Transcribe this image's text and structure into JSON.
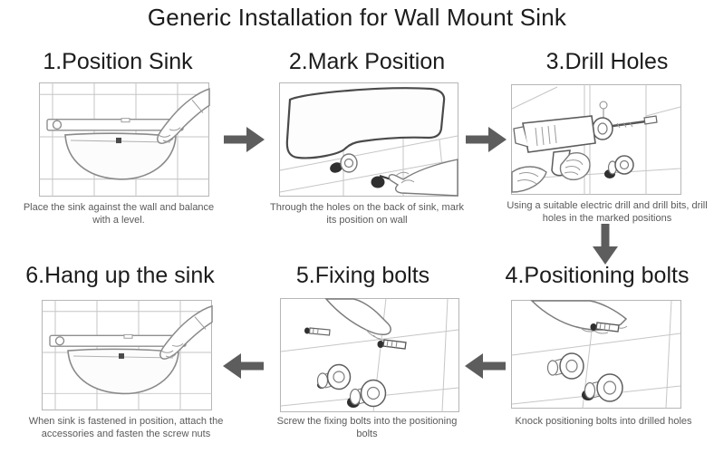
{
  "title": "Generic Installation for Wall Mount Sink",
  "colors": {
    "arrow": "#5d5d5d",
    "heading_text": "#1c1c1c",
    "caption_text": "#5a5a5a",
    "sketch_line": "#8a8a8a",
    "sink_outline": "#4a4a4a",
    "tile_line": "#c6c6c6",
    "dark_mark": "#2f2f2f",
    "background": "#ffffff"
  },
  "steps": [
    {
      "heading": "1.Position Sink",
      "caption": "Place the sink against the wall and balance with a level.",
      "illustration": "sink-held-on-tiled-wall-with-level"
    },
    {
      "heading": "2.Mark Position",
      "caption": "Through the holes on the back of sink, mark its position on wall",
      "illustration": "marking-wall-through-sink-back-holes"
    },
    {
      "heading": "3.Drill Holes",
      "caption": "Using a suitable electric drill and drill bits, drill holes in the marked positions",
      "illustration": "electric-drill-drilling-tiled-wall"
    },
    {
      "heading": "4.Positioning bolts",
      "caption": "Knock positioning bolts into drilled holes",
      "illustration": "hand-knocking-positioning-bolts"
    },
    {
      "heading": "5.Fixing bolts",
      "caption": "Screw the fixing bolts into the positioning bolts",
      "illustration": "hand-screwing-fixing-bolts"
    },
    {
      "heading": "6.Hang up the sink",
      "caption": "When sink is fastened in position, attach the accessories and fasten the screw nuts",
      "illustration": "sink-hung-on-tiled-wall-with-level"
    }
  ],
  "flow_arrows": [
    {
      "from": 1,
      "to": 2,
      "direction": "right"
    },
    {
      "from": 2,
      "to": 3,
      "direction": "right"
    },
    {
      "from": 3,
      "to": 4,
      "direction": "down"
    },
    {
      "from": 4,
      "to": 5,
      "direction": "left"
    },
    {
      "from": 5,
      "to": 6,
      "direction": "left"
    }
  ]
}
